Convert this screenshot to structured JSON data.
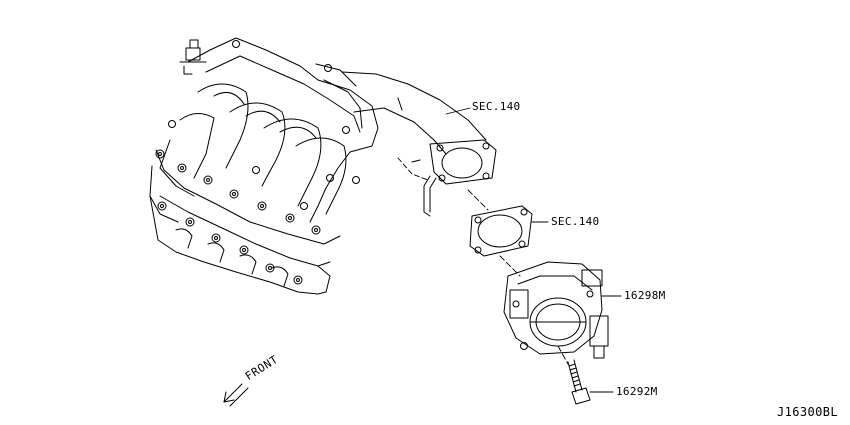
{
  "callouts": {
    "sec_140_upper": "SEC.140",
    "sec_140_gasket": "SEC.140",
    "throttle_body": "16298M",
    "screw": "16292M"
  },
  "front_label": "FRONT",
  "drawing_code": "J16300BL"
}
